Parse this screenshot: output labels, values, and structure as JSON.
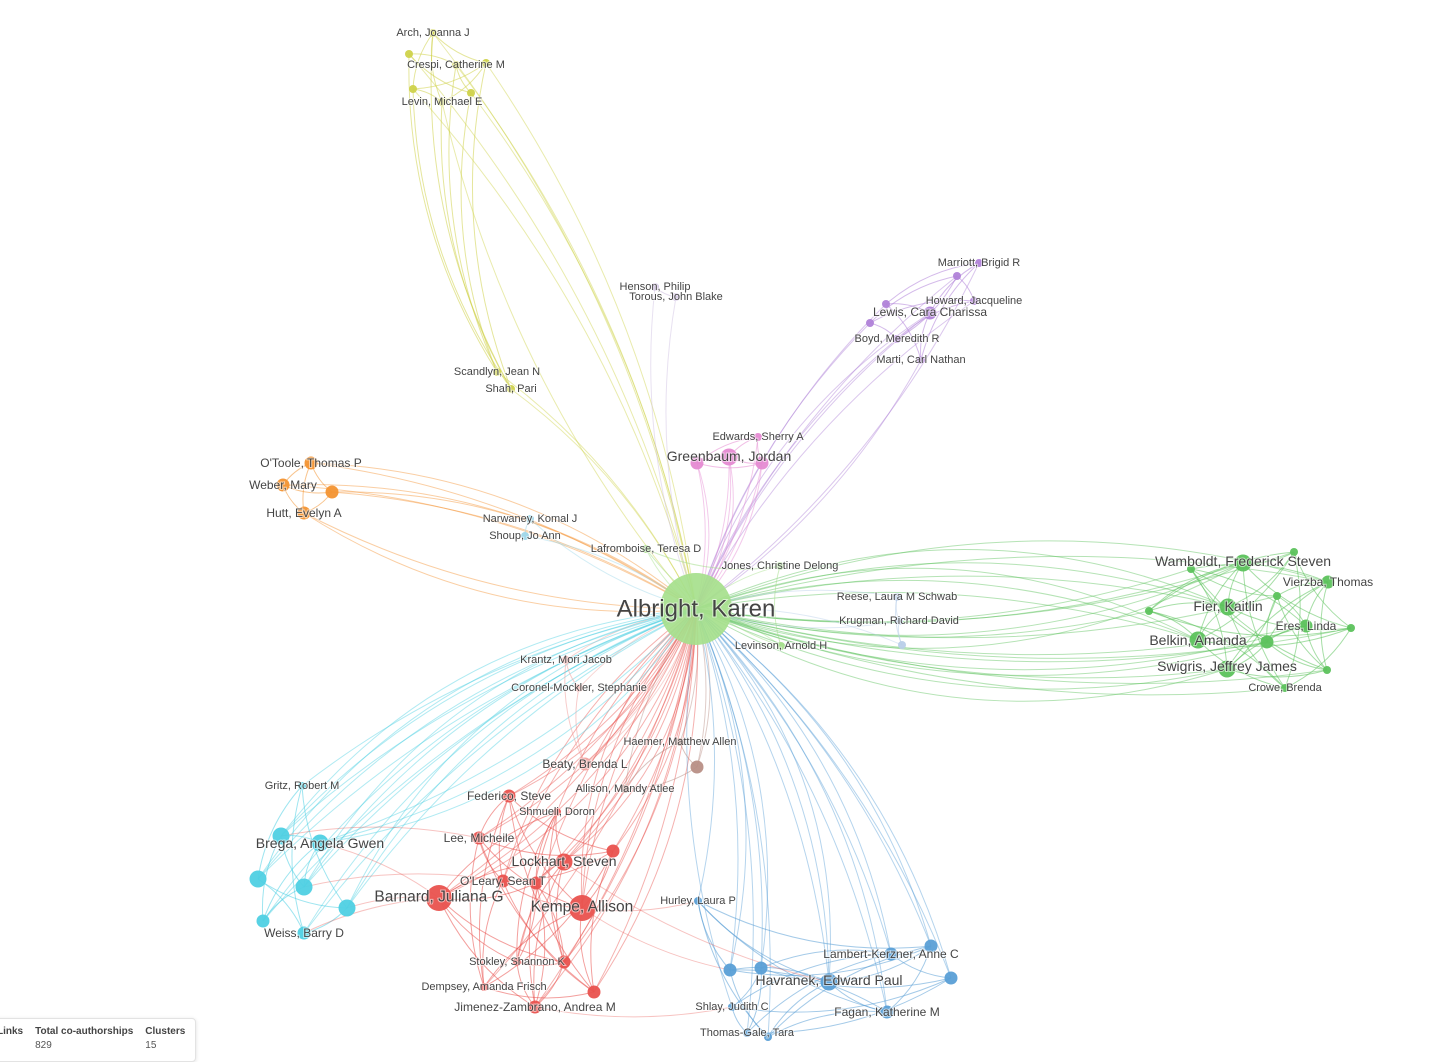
{
  "network": {
    "clusters": [
      {
        "id": "green",
        "color": "#5cc25c"
      },
      {
        "id": "lightgreen",
        "color": "#a6df8c"
      },
      {
        "id": "blue",
        "color": "#5a9fd6"
      },
      {
        "id": "red",
        "color": "#e9524e"
      },
      {
        "id": "cyan",
        "color": "#4fd0e3"
      },
      {
        "id": "orange",
        "color": "#f39332"
      },
      {
        "id": "yellow",
        "color": "#cfd24a"
      },
      {
        "id": "purple",
        "color": "#b082d8"
      },
      {
        "id": "pink",
        "color": "#e58ad2"
      },
      {
        "id": "brown",
        "color": "#b88f86"
      },
      {
        "id": "salmon",
        "color": "#f0a3a0"
      },
      {
        "id": "lightblue",
        "color": "#b9cfe9"
      },
      {
        "id": "skyblue",
        "color": "#9ed6e8"
      },
      {
        "id": "lavender",
        "color": "#cdbde0"
      }
    ],
    "nodes": [
      {
        "id": "albright",
        "label": "Albright, Karen",
        "cluster": "lightgreen",
        "weight": 5
      },
      {
        "id": "lafromboise",
        "label": "Lafromboise, Teresa D",
        "cluster": "lightgreen",
        "weight": 1
      },
      {
        "id": "jones",
        "label": "Jones, Christine Delong",
        "cluster": "lightgreen",
        "weight": 1
      },
      {
        "id": "levinson",
        "label": "Levinson, Arnold H",
        "cluster": "lightgreen",
        "weight": 1
      },
      {
        "id": "wamboldt",
        "label": "Wamboldt, Frederick Steven",
        "cluster": "green",
        "weight": 3
      },
      {
        "id": "vierzba",
        "label": "Vierzba, Thomas",
        "cluster": "green",
        "weight": 2
      },
      {
        "id": "fier",
        "label": "Fier, Kaitlin",
        "cluster": "green",
        "weight": 3
      },
      {
        "id": "eres",
        "label": "Eres, Linda",
        "cluster": "green",
        "weight": 2
      },
      {
        "id": "belkin",
        "label": "Belkin, Amanda",
        "cluster": "green",
        "weight": 3
      },
      {
        "id": "swigris",
        "label": "Swigris, Jeffrey James",
        "cluster": "green",
        "weight": 3
      },
      {
        "id": "crowe",
        "label": "Crowe, Brenda",
        "cluster": "green",
        "weight": 1
      },
      {
        "id": "g_a",
        "label": "",
        "cluster": "green",
        "weight": 1
      },
      {
        "id": "g_b",
        "label": "",
        "cluster": "green",
        "weight": 1
      },
      {
        "id": "g_c",
        "label": "",
        "cluster": "green",
        "weight": 1
      },
      {
        "id": "g_d",
        "label": "",
        "cluster": "green",
        "weight": 1
      },
      {
        "id": "g_e",
        "label": "",
        "cluster": "green",
        "weight": 2
      },
      {
        "id": "g_f",
        "label": "",
        "cluster": "green",
        "weight": 1
      },
      {
        "id": "g_g",
        "label": "",
        "cluster": "green",
        "weight": 1
      },
      {
        "id": "arch",
        "label": "Arch, Joanna J",
        "cluster": "yellow",
        "weight": 1
      },
      {
        "id": "crespi",
        "label": "Crespi, Catherine M",
        "cluster": "yellow",
        "weight": 1
      },
      {
        "id": "levin",
        "label": "Levin, Michael E",
        "cluster": "yellow",
        "weight": 1
      },
      {
        "id": "y_a",
        "label": "",
        "cluster": "yellow",
        "weight": 1
      },
      {
        "id": "y_b",
        "label": "",
        "cluster": "yellow",
        "weight": 1
      },
      {
        "id": "y_c",
        "label": "",
        "cluster": "yellow",
        "weight": 1
      },
      {
        "id": "y_d",
        "label": "",
        "cluster": "yellow",
        "weight": 1
      },
      {
        "id": "scandlyn",
        "label": "Scandlyn, Jean N",
        "cluster": "yellow",
        "weight": 1
      },
      {
        "id": "shah",
        "label": "Shah, Pari",
        "cluster": "yellow",
        "weight": 1
      },
      {
        "id": "henson",
        "label": "Henson, Philip",
        "cluster": "lavender",
        "weight": 1
      },
      {
        "id": "torous",
        "label": "Torous, John Blake",
        "cluster": "lavender",
        "weight": 1
      },
      {
        "id": "marriott",
        "label": "Marriott, Brigid R",
        "cluster": "purple",
        "weight": 1
      },
      {
        "id": "howard",
        "label": "Howard, Jacqueline",
        "cluster": "purple",
        "weight": 1
      },
      {
        "id": "lewis",
        "label": "Lewis, Cara Charissa",
        "cluster": "purple",
        "weight": 2
      },
      {
        "id": "boyd",
        "label": "Boyd, Meredith R",
        "cluster": "purple",
        "weight": 1
      },
      {
        "id": "marti",
        "label": "Marti, Carl Nathan",
        "cluster": "purple",
        "weight": 1
      },
      {
        "id": "p_a",
        "label": "",
        "cluster": "purple",
        "weight": 1
      },
      {
        "id": "p_b",
        "label": "",
        "cluster": "purple",
        "weight": 1
      },
      {
        "id": "p_c",
        "label": "",
        "cluster": "purple",
        "weight": 1
      },
      {
        "id": "edwards",
        "label": "Edwards, Sherry A",
        "cluster": "pink",
        "weight": 1
      },
      {
        "id": "greenbaum",
        "label": "Greenbaum, Jordan",
        "cluster": "pink",
        "weight": 3
      },
      {
        "id": "k_a",
        "label": "",
        "cluster": "pink",
        "weight": 2
      },
      {
        "id": "k_b",
        "label": "",
        "cluster": "pink",
        "weight": 2
      },
      {
        "id": "otoole",
        "label": "O'Toole, Thomas P",
        "cluster": "orange",
        "weight": 2
      },
      {
        "id": "weber",
        "label": "Weber, Mary",
        "cluster": "orange",
        "weight": 2
      },
      {
        "id": "hutt",
        "label": "Hutt, Evelyn A",
        "cluster": "orange",
        "weight": 2
      },
      {
        "id": "o_a",
        "label": "",
        "cluster": "orange",
        "weight": 2
      },
      {
        "id": "narwaney",
        "label": "Narwaney, Komal J",
        "cluster": "skyblue",
        "weight": 1
      },
      {
        "id": "shoup",
        "label": "Shoup, Jo Ann",
        "cluster": "skyblue",
        "weight": 1
      },
      {
        "id": "reese",
        "label": "Reese, Laura M Schwab",
        "cluster": "lightblue",
        "weight": 1
      },
      {
        "id": "krugman",
        "label": "Krugman, Richard David",
        "cluster": "lightblue",
        "weight": 1
      },
      {
        "id": "lb_a",
        "label": "",
        "cluster": "lightblue",
        "weight": 1
      },
      {
        "id": "krantz",
        "label": "Krantz, Mori Jacob",
        "cluster": "salmon",
        "weight": 1
      },
      {
        "id": "coronel",
        "label": "Coronel-Mockler, Stephanie",
        "cluster": "salmon",
        "weight": 1
      },
      {
        "id": "haemer",
        "label": "Haemer, Matthew Allen",
        "cluster": "brown",
        "weight": 1
      },
      {
        "id": "beaty",
        "label": "Beaty, Brenda L",
        "cluster": "salmon",
        "weight": 2
      },
      {
        "id": "allison",
        "label": "Allison, Mandy Atlee",
        "cluster": "brown",
        "weight": 1
      },
      {
        "id": "br_a",
        "label": "",
        "cluster": "brown",
        "weight": 2
      },
      {
        "id": "federico",
        "label": "Federico, Steve",
        "cluster": "red",
        "weight": 2
      },
      {
        "id": "shmueli",
        "label": "Shmueli, Doron",
        "cluster": "red",
        "weight": 1
      },
      {
        "id": "lee",
        "label": "Lee, Micheile",
        "cluster": "red",
        "weight": 2
      },
      {
        "id": "lockhart",
        "label": "Lockhart, Steven",
        "cluster": "red",
        "weight": 3
      },
      {
        "id": "oleary",
        "label": "O'Leary, Sean T",
        "cluster": "red",
        "weight": 2
      },
      {
        "id": "barnard",
        "label": "Barnard, Juliana G",
        "cluster": "red",
        "weight": 4
      },
      {
        "id": "kempe",
        "label": "Kempe, Allison",
        "cluster": "red",
        "weight": 4
      },
      {
        "id": "stokley",
        "label": "Stokley, Shannon K",
        "cluster": "red",
        "weight": 1
      },
      {
        "id": "dempsey",
        "label": "Dempsey, Amanda Frisch",
        "cluster": "red",
        "weight": 1
      },
      {
        "id": "jimenez",
        "label": "Jimenez-Zambrano, Andrea M",
        "cluster": "red",
        "weight": 2
      },
      {
        "id": "r_a",
        "label": "",
        "cluster": "red",
        "weight": 2
      },
      {
        "id": "r_b",
        "label": "",
        "cluster": "red",
        "weight": 2
      },
      {
        "id": "r_c",
        "label": "",
        "cluster": "red",
        "weight": 2
      },
      {
        "id": "r_d",
        "label": "",
        "cluster": "red",
        "weight": 2
      },
      {
        "id": "gritz",
        "label": "Gritz, Robert M",
        "cluster": "cyan",
        "weight": 1
      },
      {
        "id": "brega",
        "label": "Brega, Angela Gwen",
        "cluster": "cyan",
        "weight": 3
      },
      {
        "id": "weiss",
        "label": "Weiss, Barry D",
        "cluster": "cyan",
        "weight": 2
      },
      {
        "id": "c_a",
        "label": "",
        "cluster": "cyan",
        "weight": 3
      },
      {
        "id": "c_b",
        "label": "",
        "cluster": "cyan",
        "weight": 3
      },
      {
        "id": "c_c",
        "label": "",
        "cluster": "cyan",
        "weight": 3
      },
      {
        "id": "c_d",
        "label": "",
        "cluster": "cyan",
        "weight": 3
      },
      {
        "id": "c_e",
        "label": "",
        "cluster": "cyan",
        "weight": 2
      },
      {
        "id": "hurley",
        "label": "Hurley, Laura P",
        "cluster": "blue",
        "weight": 1
      },
      {
        "id": "lambert",
        "label": "Lambert-Kerzner, Anne C",
        "cluster": "blue",
        "weight": 2
      },
      {
        "id": "havranek",
        "label": "Havranek, Edward Paul",
        "cluster": "blue",
        "weight": 3
      },
      {
        "id": "shlay",
        "label": "Shlay, Judith C",
        "cluster": "blue",
        "weight": 1
      },
      {
        "id": "fagan",
        "label": "Fagan, Katherine M",
        "cluster": "blue",
        "weight": 2
      },
      {
        "id": "thomas",
        "label": "Thomas-Gale, Tara",
        "cluster": "blue",
        "weight": 1
      },
      {
        "id": "b_a",
        "label": "",
        "cluster": "blue",
        "weight": 2
      },
      {
        "id": "b_b",
        "label": "",
        "cluster": "blue",
        "weight": 2
      },
      {
        "id": "b_c",
        "label": "",
        "cluster": "blue",
        "weight": 2
      },
      {
        "id": "b_d",
        "label": "",
        "cluster": "blue",
        "weight": 2
      },
      {
        "id": "b_e",
        "label": "",
        "cluster": "blue",
        "weight": 1
      }
    ]
  },
  "stats": {
    "links_label": "Links",
    "coauth_label": "Total co-authorships",
    "coauth_value": "829",
    "clusters_label": "Clusters",
    "clusters_value": "15"
  }
}
